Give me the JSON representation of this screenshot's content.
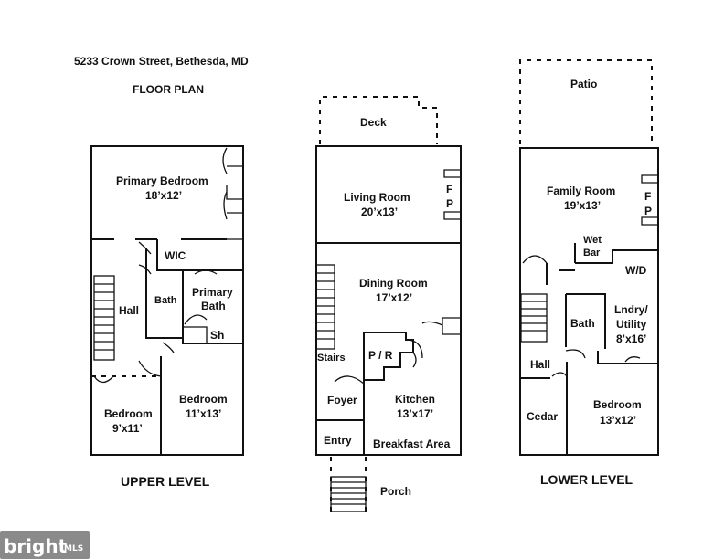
{
  "header": {
    "address": "5233 Crown Street, Bethesda, MD",
    "subtitle": "FLOOR PLAN"
  },
  "upper_level": {
    "title": "UPPER LEVEL",
    "rooms": {
      "primary_bedroom": {
        "name": "Primary Bedroom",
        "size": "18’x12’"
      },
      "wic": {
        "name": "WIC"
      },
      "hall": {
        "name": "Hall"
      },
      "bath": {
        "name": "Bath"
      },
      "primary_bath_line1": "Primary",
      "primary_bath_line2": "Bath",
      "shower": {
        "name": "Sh"
      },
      "bedroom_left": {
        "name": "Bedroom",
        "size": "9’x11’"
      },
      "bedroom_right": {
        "name": "Bedroom",
        "size": "11’x13’"
      }
    }
  },
  "main_level": {
    "rooms": {
      "deck": {
        "name": "Deck"
      },
      "living_room": {
        "name": "Living Room",
        "size": "20’x13’"
      },
      "fireplace_line1": "F",
      "fireplace_line2": "P",
      "dining_room": {
        "name": "Dining Room",
        "size": "17’x12’"
      },
      "stairs": {
        "name": "Stairs"
      },
      "pantry": {
        "name": "P / R"
      },
      "foyer": {
        "name": "Foyer"
      },
      "kitchen": {
        "name": "Kitchen",
        "size": "13’x17’"
      },
      "entry": {
        "name": "Entry"
      },
      "breakfast": {
        "name": "Breakfast Area"
      },
      "porch": {
        "name": "Porch"
      }
    }
  },
  "lower_level": {
    "title": "LOWER LEVEL",
    "rooms": {
      "patio": {
        "name": "Patio"
      },
      "family_room": {
        "name": "Family Room",
        "size": "19’x13’"
      },
      "fireplace_line1": "F",
      "fireplace_line2": "P",
      "wet_bar_line1": "Wet",
      "wet_bar_line2": "Bar",
      "wd": {
        "name": "W/D"
      },
      "bath": {
        "name": "Bath"
      },
      "laundry_line1": "Lndry/",
      "laundry_line2": "Utility",
      "laundry_size": "8’x16’",
      "hall": {
        "name": "Hall"
      },
      "cedar": {
        "name": "Cedar"
      },
      "bedroom": {
        "name": "Bedroom",
        "size": "13’x12’"
      }
    }
  },
  "watermark": {
    "brand": "bright",
    "suffix": "MLS"
  }
}
